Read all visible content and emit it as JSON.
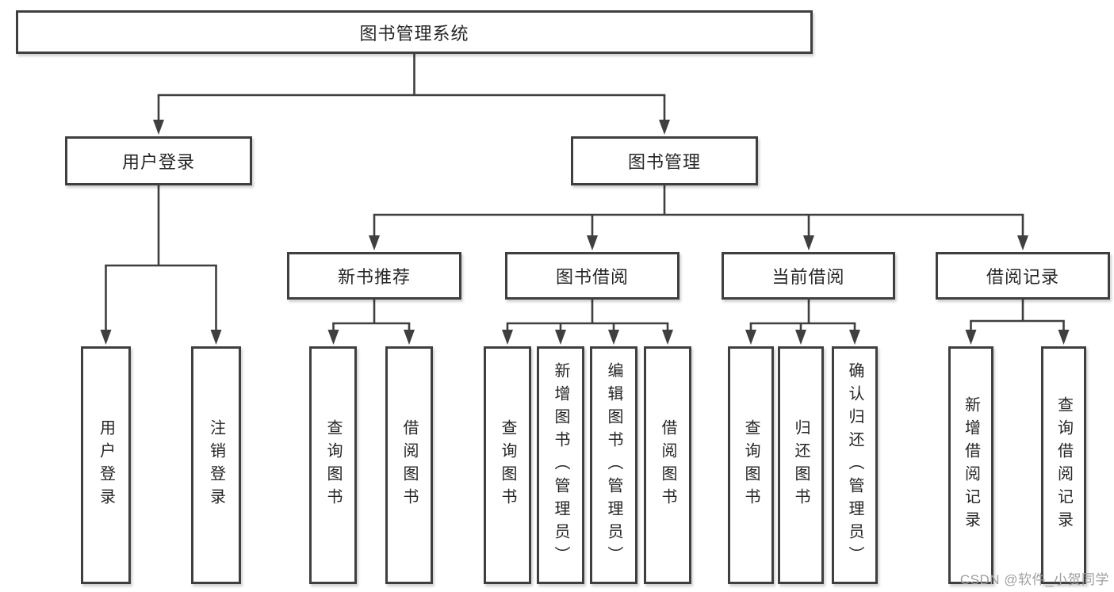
{
  "diagram": {
    "root_label": "图书管理系统",
    "level2": [
      {
        "label": "用户登录",
        "children": [
          "用户登录",
          "注销登录"
        ]
      },
      {
        "label": "图书管理",
        "children": [
          {
            "label": "新书推荐",
            "children": [
              "查询图书",
              "借阅图书"
            ]
          },
          {
            "label": "图书借阅",
            "children": [
              "查询图书",
              "新增图书（管理员）",
              "编辑图书（管理员）",
              "借阅图书"
            ]
          },
          {
            "label": "当前借阅",
            "children": [
              "查询图书",
              "归还图书",
              "确认归还（管理员）"
            ]
          },
          {
            "label": "借阅记录",
            "children": [
              "新增借阅记录",
              "查询借阅记录"
            ]
          }
        ]
      }
    ]
  },
  "watermark": "CSDN @软件_小贺同学",
  "colors": {
    "line": "#3f3f3f",
    "text": "#262626",
    "watermark": "#9f9f9f",
    "background": "#ffffff"
  }
}
